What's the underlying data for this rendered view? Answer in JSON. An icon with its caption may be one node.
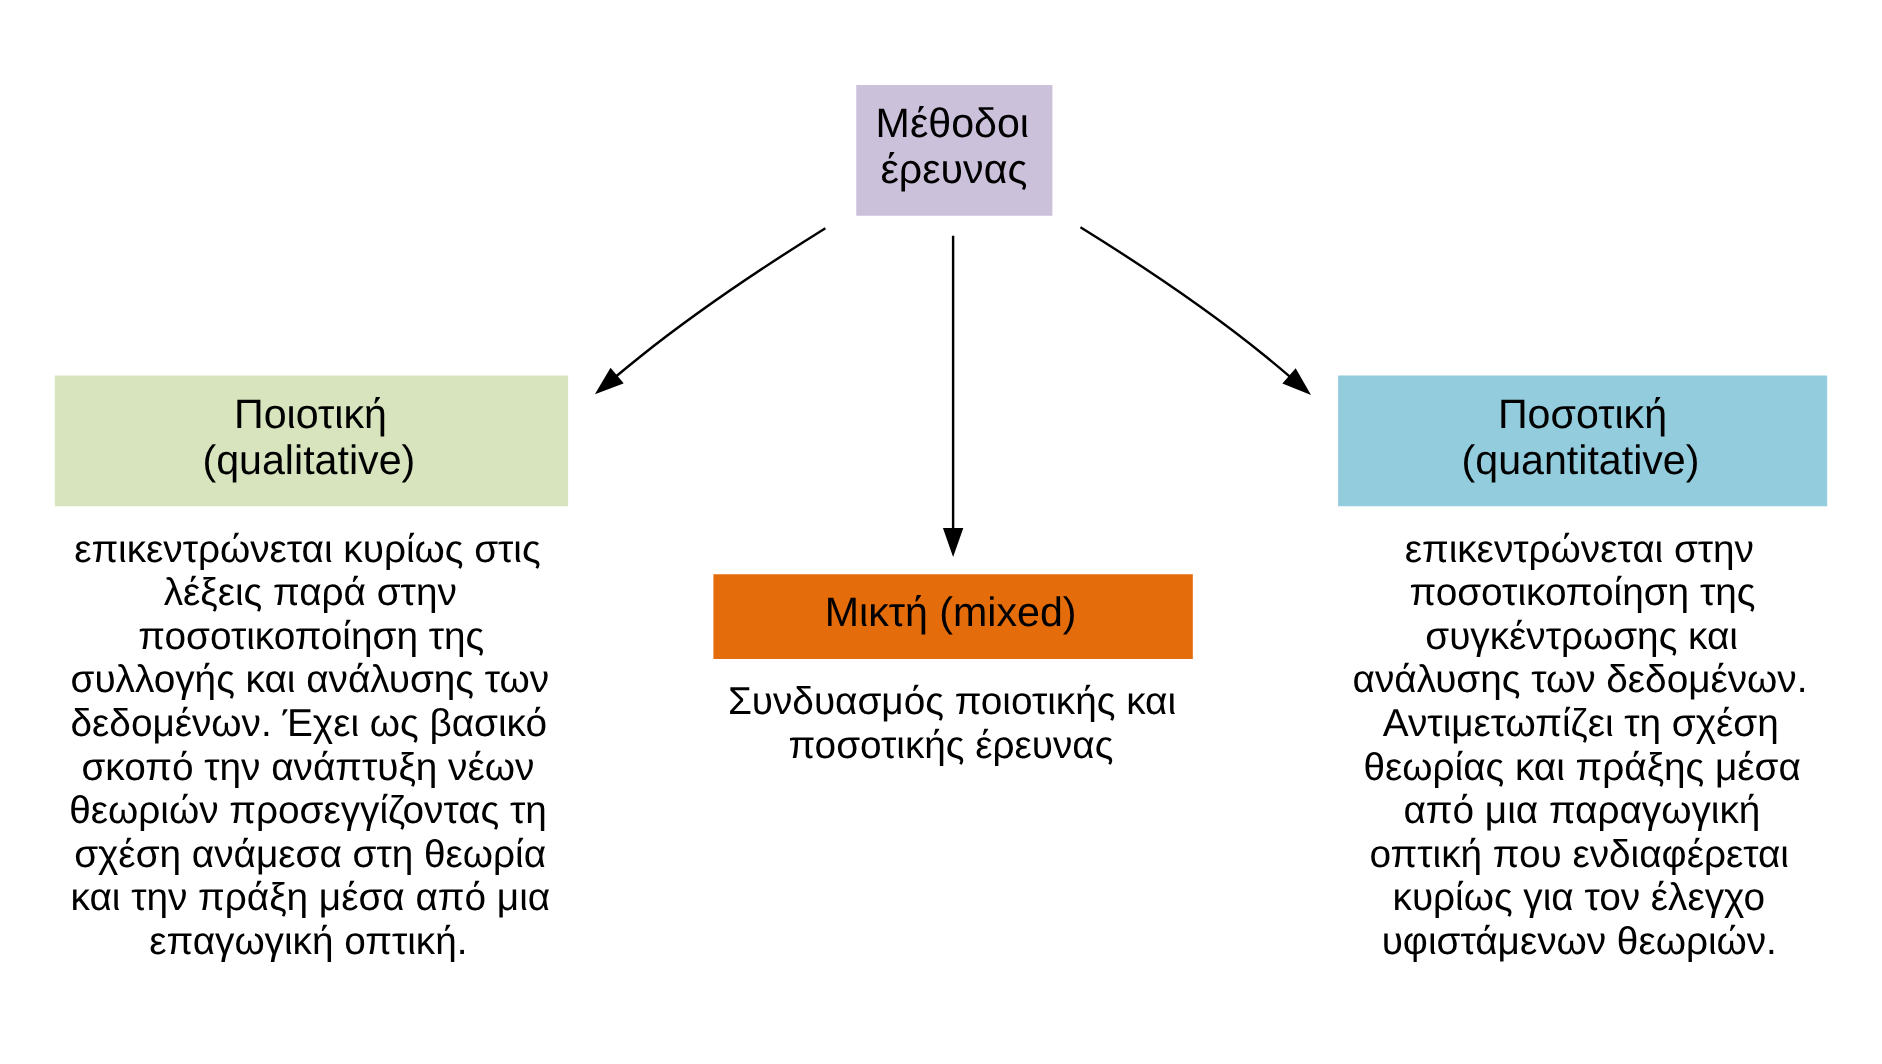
{
  "diagram": {
    "nodes": [
      {
        "text": [
          "Μέθοδοι έρευνας"
        ]
      },
      {
        "text": [
          "Ποιοτική (qualitative)"
        ],
        "beside": [
          "επικεντρώνεται κυρίως στις λέξεις παρά στην ποσοτικοποίηση της συλλογής και ανάλυσης των δεδομένων. Έχει ως βασικό σκοπό την ανάπτυξη νέων θεωριών προσεγγίζοντας τη σχέση ανάμεσα στη θεωρία και την πράξη μέσα από μια επαγωγική οπτική."
        ]
      },
      {
        "text": [
          "Μικτή (mixed)"
        ],
        "beside": [
          "Συνδυασμός ποιοτικής και ποσοτικής έρευνας"
        ]
      },
      {
        "text": [
          "Ποσοτική (quantitative)"
        ],
        "beside": [
          "επικεντρώνεται στην ποσοτικοποίηση της συγκέντρωσης και ανάλυσης των δεδομένων. Αντιμετωπίζει τη σχέση θεωρίας και πράξης μέσα από μια παραγωγική οπτική που ενδιαφέρεται κυρίως για τον έλεγχο υφιστάμενων θεωριών."
        ]
      }
    ],
    "edges": [
      {
        "from": 0,
        "to": 1,
        "arrow": "to"
      },
      {
        "from": 0,
        "to": 2,
        "arrow": "to"
      },
      {
        "from": 0,
        "to": 3,
        "arrow": "to"
      }
    ]
  }
}
